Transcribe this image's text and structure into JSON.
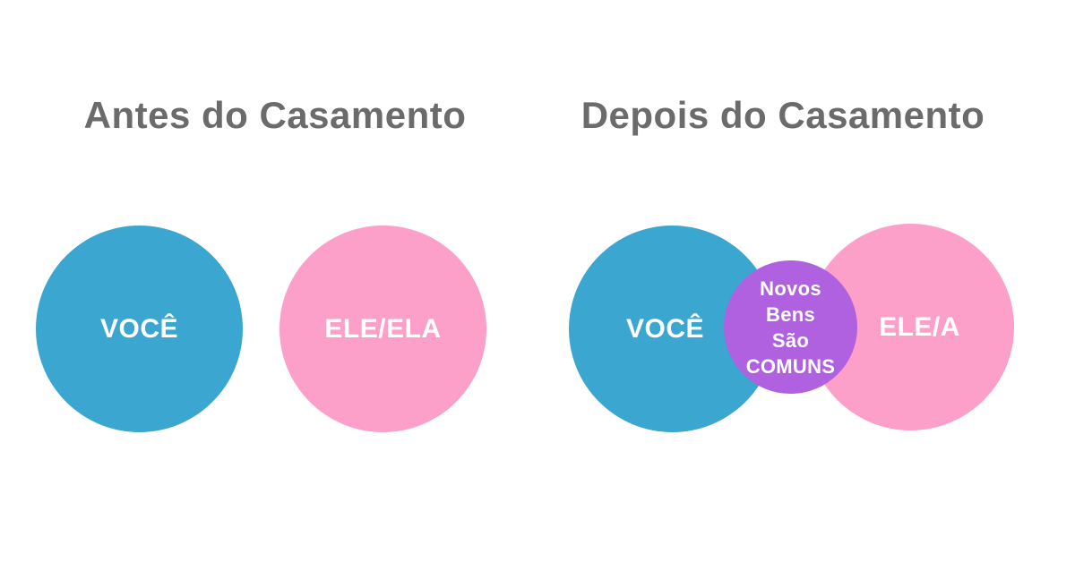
{
  "diagram": {
    "topic": "marriage-community-property-venn",
    "before": {
      "title": "Antes do Casamento",
      "you_label": "VOCÊ",
      "partner_label": "ELE/ELA"
    },
    "after": {
      "title": "Depois do Casamento",
      "you_label": "VOCÊ",
      "partner_label": "ELE/A",
      "overlap": {
        "line1": "Novos",
        "line2": "Bens",
        "line3": "São",
        "line4": "COMUNS"
      }
    },
    "colors": {
      "you_circle": "#3ba6cf",
      "partner_circle": "#fc9fc9",
      "overlap_circle": "#af61e0",
      "title_text": "#6b6b6b",
      "circle_text": "#ffffff",
      "background": "#ffffff"
    }
  }
}
